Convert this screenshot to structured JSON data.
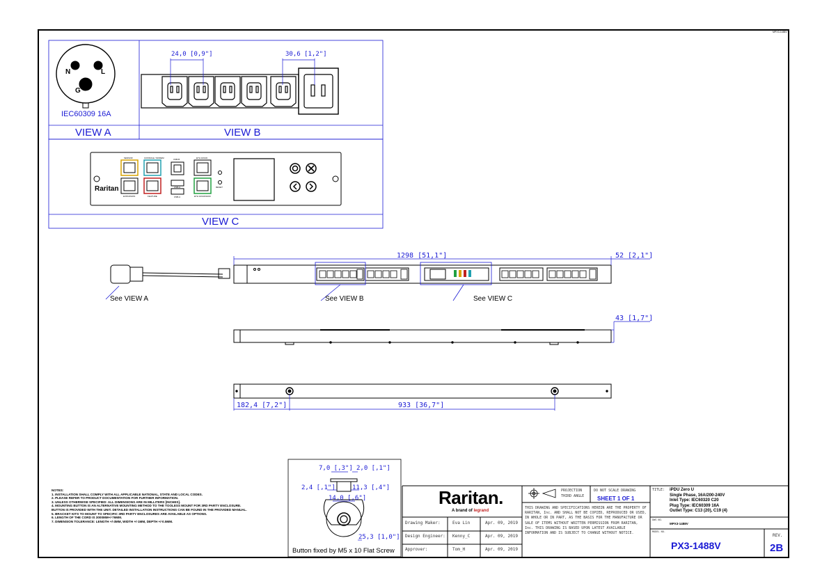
{
  "corner_tag": "MPX3-1488V",
  "view_a": {
    "plug_label": "IEC60309 16A",
    "pin_n": "N",
    "pin_l": "L",
    "pin_g": "G",
    "title": "VIEW A"
  },
  "view_b": {
    "title": "VIEW B",
    "dim_outlet_pitch": "24,0 [0,9\"]",
    "dim_c19_pitch": "30,6 [1,2\"]"
  },
  "view_c": {
    "title": "VIEW C",
    "brand": "Raritan",
    "port_sensor": "SENSOR",
    "port_console": "CONSOLE / MODEM",
    "port_usb_b": "USB-B",
    "port_eth": "ETH 10/100",
    "port_expansion": "EXPANSION",
    "port_feature": "FEATURE",
    "port_usb_a1": "USB-A",
    "port_usb_a2": "USB-A",
    "port_eth2": "ETH 10/100/1000",
    "reset": "RESET"
  },
  "main": {
    "dim_length": "1298 [51,1\"]",
    "dim_width": "52 [2,1\"]",
    "dim_depth": "43 [1,7\"]",
    "dim_button_offset": "182,4 [7,2\"]",
    "dim_button_spacing": "933 [36,7\"]",
    "callout_a": "See VIEW A",
    "callout_b": "See VIEW B",
    "callout_c": "See VIEW C"
  },
  "detail": {
    "dim_7": "7,0 [,3\"]",
    "dim_2": "2,0 [,1\"]",
    "dim_2_4": "2,4 [,1\"]",
    "dim_11_3": "11,3 [,4\"]",
    "dim_14": "14,0 [,6\"]",
    "dim_25_3": "25,3 [1,0\"]",
    "caption": "Button fixed by M5 x 10 Flat Screw"
  },
  "notes": {
    "heading": "NOTES:",
    "items": [
      "1. INSTALLATION SHALL COMPLY WITH ALL APPLICABLE NATIONAL, STATE AND LOCAL CODES.",
      "2. PLEASE REFER TO PRODUCT DOCUMENTATION FOR FURTHER INFORMATION.",
      "3. UNLESS OTHERWISE SPECIFIED: ALL DIMENSIONS ARE IN MILLITERS [INCHES].",
      "4. MOUNTING BUTTON IS AN ALTERNATIVE MOUNTING METHOD TO THE TOOLESS MOUNT FOR 3RD PARTY ENCLOSURE.",
      "   BUTTON IS PROVIDED WITH THE UNIT. DETAILED INSTALLATION INSTRUCTIONS CAN BE FOUND IN THE PROVIDED MANUAL.",
      "5. BRACKET KITS TO MOUNT TO SPECIFIC 3RD PARTY ENCLOSURES ARE AVAILABLE AS OPTIONS.",
      "6. LENGTH OF THE CORD IS 3000MM+/-76MM.",
      "7. DIMENSION TOLERANCE: LENGTH +/-3MM, WIDTH +/-1MM, DEPTH +/-0.5MM."
    ]
  },
  "title_block": {
    "logo": "Raritan.",
    "logo_sub_prefix": "A brand of",
    "logo_sub_brand": "legrand",
    "rows": [
      {
        "role": "Drawing Maker:",
        "name": "Eva Lin",
        "date": "Apr. 09, 2019"
      },
      {
        "role": "Design Engineer:",
        "name": "Kenny_C",
        "date": "Apr. 09, 2019"
      },
      {
        "role": "Approver:",
        "name": "Tom_H",
        "date": "Apr. 09, 2019"
      }
    ],
    "projection_1": "PROJECTION",
    "projection_2": "THIRD ANGLE",
    "do_not_scale": "DO NOT SCALE DRAWING",
    "sheet": "SHEET 1 OF 1",
    "disclaimer": "THIS DRAWING AND SPECIFICATIONS HEREIN ARE THE PROPERTY OF RARITAN, Inc. AND SHALL NOT BE COPIED, REPRODUCED OR USED, IN WHOLE OR IN PART, AS THE BASIS FOR THE MANUFACTURE OR SALE OF ITEMS WITHOUT WRITTEN PERMISSION FROM RARITAN, Inc. THIS DRAWING IS BASED UPON LATEST AVAILABLE INFORMATION AND IS SUBJECT TO CHANGE WITHOUT NOTICE.",
    "title_label": "TITLE:",
    "title_lines": [
      "iPDU Zero U",
      "Single Phase, 16A/200-240V",
      "Inlet Type: IEC60320 C20",
      "Plug Type: IEC60309 16A",
      "Outlet Type: C13 (20), C19 (4)"
    ],
    "dwg_label": "DWG NO.",
    "dwg_no": "MPX3-1488V",
    "model_label": "MODEL NO.",
    "model": "PX3-1488V",
    "rev_label": "REV.",
    "rev": "2B"
  }
}
